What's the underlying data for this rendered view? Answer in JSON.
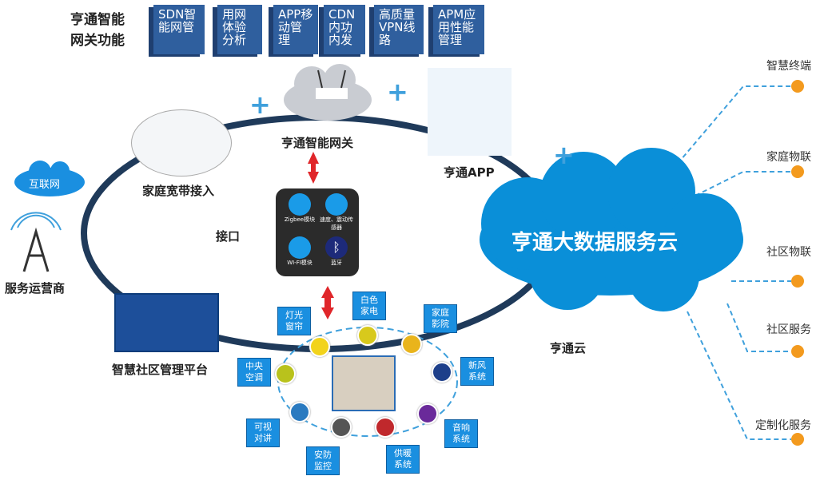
{
  "header": {
    "title_line1": "亨通智能",
    "title_line2": "网关功能",
    "features": [
      "SDN智能网管",
      "用网体验分析",
      "APP移动管理",
      "CDN内功内发",
      "高质量VPN线路",
      "APM应用性能管理"
    ]
  },
  "nodes": {
    "internet": "互联网",
    "operator": "服务运营商",
    "home_broadband": "家庭宽带接入",
    "gateway": "亨通智能网关",
    "app": "亨通APP",
    "interface": "接口",
    "platform": "智慧社区管理平台",
    "cloud_label": "亨通云",
    "big_cloud": "亨通大数据服务云"
  },
  "modules": [
    {
      "label": "Zigbee模块",
      "icon": "chip-icon"
    },
    {
      "label": "速度、震动传感器",
      "icon": "chip-icon"
    },
    {
      "label": "WI-FI模块",
      "icon": "chip-icon"
    },
    {
      "label": "蓝牙",
      "icon": "bluetooth-icon"
    }
  ],
  "devices": [
    {
      "label": "灯光窗帘",
      "color": "#f2d31b"
    },
    {
      "label": "白色家电",
      "color": "#d8c91c"
    },
    {
      "label": "家庭影院",
      "color": "#e9b41c"
    },
    {
      "label": "中央空调",
      "color": "#b9c21c"
    },
    {
      "label": "新风系统",
      "color": "#1d3f8a"
    },
    {
      "label": "可视对讲",
      "color": "#2a7ac0"
    },
    {
      "label": "音响系统",
      "color": "#6a2a9a"
    },
    {
      "label": "安防监控",
      "color": "#555555"
    },
    {
      "label": "供暖系统",
      "color": "#c0282c"
    }
  ],
  "services": [
    "智慧终端",
    "家庭物联",
    "社区物联",
    "社区服务",
    "定制化服务"
  ],
  "colors": {
    "ring": "#1f3a5a",
    "cloud": "#0a8fd8",
    "accent": "#f39a1e",
    "box": "#1a8fe0"
  }
}
